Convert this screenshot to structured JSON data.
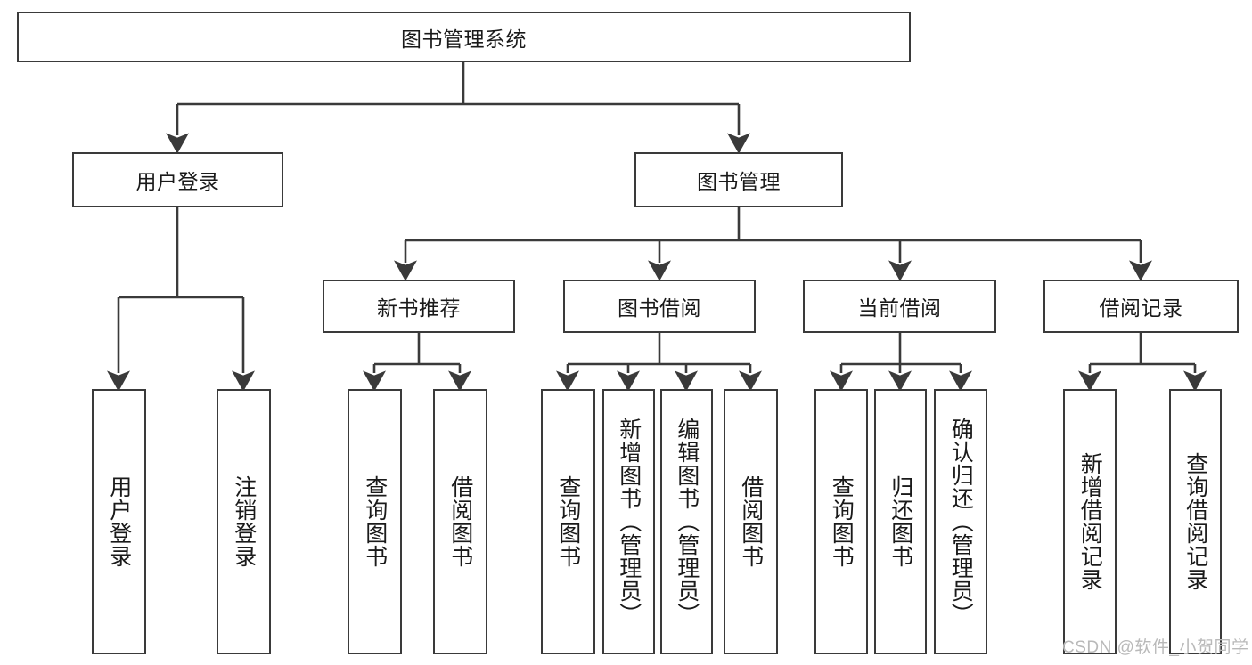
{
  "diagram": {
    "title": "图书管理系统",
    "type": "tree-hierarchy",
    "root": {
      "label": "图书管理系统"
    },
    "level2": [
      {
        "label": "用户登录"
      },
      {
        "label": "图书管理"
      }
    ],
    "level3": [
      {
        "label": "新书推荐"
      },
      {
        "label": "图书借阅"
      },
      {
        "label": "当前借阅"
      },
      {
        "label": "借阅记录"
      }
    ],
    "leaves": {
      "user_login": [
        {
          "label": "用户登录"
        },
        {
          "label": "注销登录"
        }
      ],
      "new_book_recommend": [
        {
          "label": "查询图书"
        },
        {
          "label": "借阅图书"
        }
      ],
      "book_borrow": [
        {
          "label": "查询图书"
        },
        {
          "label": "新增图书（管理员）"
        },
        {
          "label": "编辑图书（管理员）"
        },
        {
          "label": "借阅图书"
        }
      ],
      "current_borrow": [
        {
          "label": "查询图书"
        },
        {
          "label": "归还图书"
        },
        {
          "label": "确认归还（管理员）"
        }
      ],
      "borrow_record": [
        {
          "label": "新增借阅记录"
        },
        {
          "label": "查询借阅记录"
        }
      ]
    }
  },
  "watermark": {
    "text": "CSDN @软件_小贺同学"
  },
  "colors": {
    "stroke": "#3a3a3a",
    "text": "#1a1a1a",
    "background": "#ffffff",
    "watermark": "#b9b9b9"
  }
}
